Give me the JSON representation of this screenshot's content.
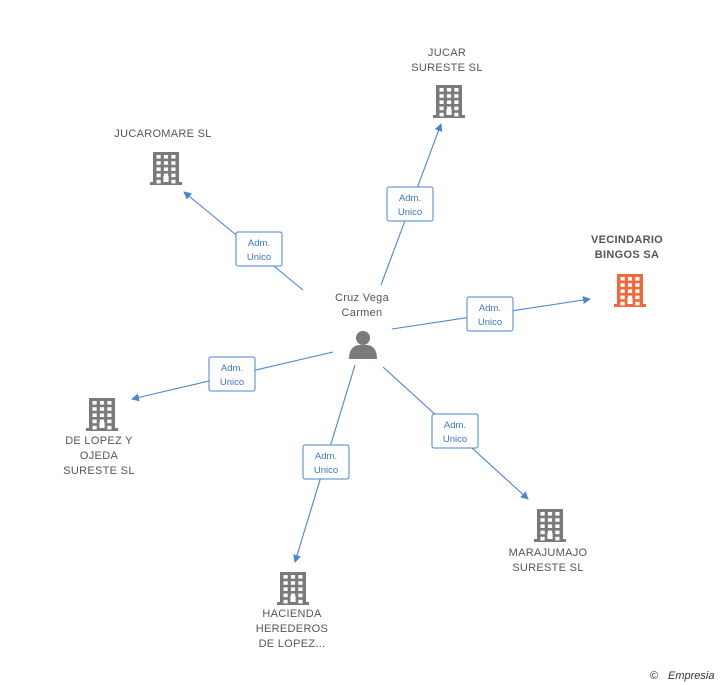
{
  "center": {
    "name_lines": [
      "Cruz Vega",
      "Carmen"
    ],
    "icon": "person-icon"
  },
  "relation": {
    "line1": "Adm.",
    "line2": "Unico"
  },
  "companies": [
    {
      "id": "jucar",
      "lines": [
        "JUCAR",
        "SURESTE SL"
      ],
      "highlight": false
    },
    {
      "id": "jucaromare",
      "lines": [
        "JUCAROMARE SL"
      ],
      "highlight": false
    },
    {
      "id": "vecindario",
      "lines": [
        "VECINDARIO",
        "BINGOS SA"
      ],
      "highlight": true
    },
    {
      "id": "delopez",
      "lines": [
        "DE LOPEZ Y",
        "OJEDA",
        "SURESTE SL"
      ],
      "highlight": false
    },
    {
      "id": "marajumajo",
      "lines": [
        "MARAJUMAJO",
        "SURESTE SL"
      ],
      "highlight": false
    },
    {
      "id": "hacienda",
      "lines": [
        "HACIENDA",
        "HEREDEROS",
        "DE LOPEZ..."
      ],
      "highlight": false
    }
  ],
  "colors": {
    "edge": "#4a86d0",
    "building": "#7a7a7a",
    "highlight_building": "#ee6a3c",
    "person": "#7a7a7a"
  },
  "footer": {
    "copyright": "©",
    "brand": "Empresia"
  }
}
